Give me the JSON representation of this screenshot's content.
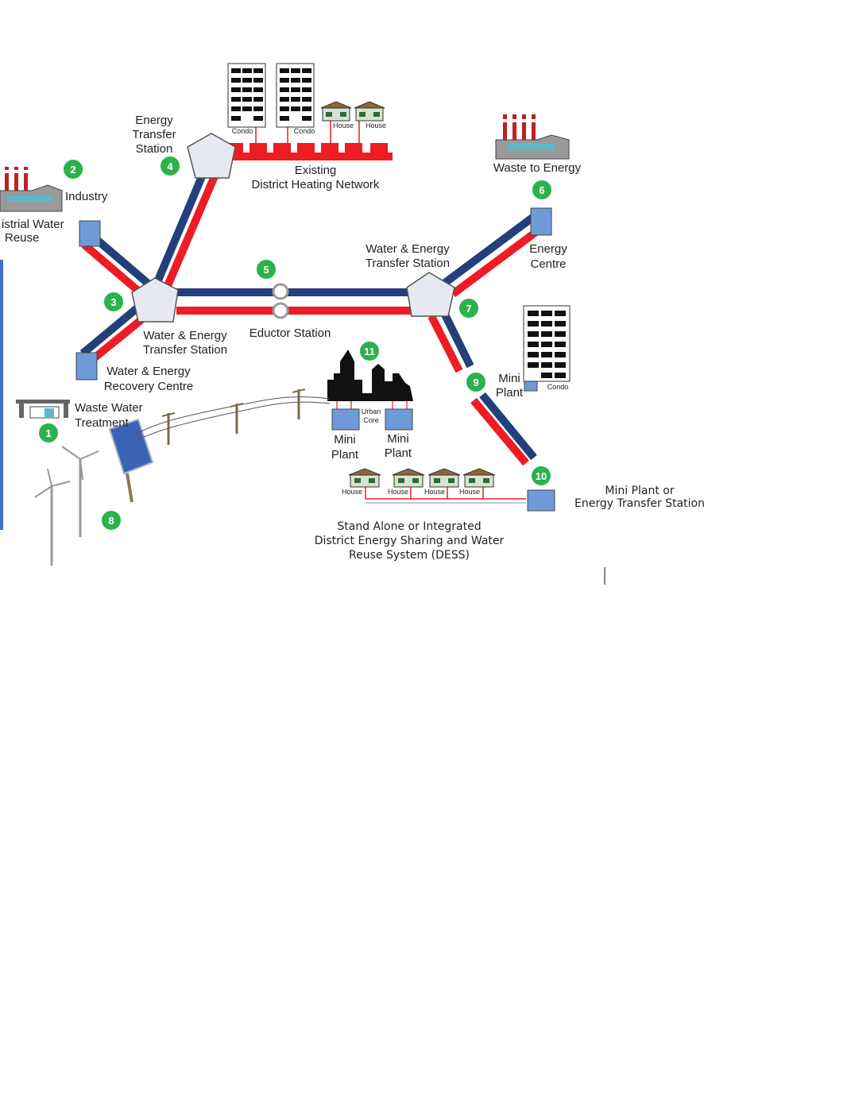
{
  "labels": {
    "energy_transfer_station_top": [
      "Energy",
      "Transfer",
      "Station"
    ],
    "existing_network": [
      "Existing",
      "District Heating Network"
    ],
    "industry": "Industry",
    "industrial_water_reuse": [
      "istrial Water",
      "Reuse"
    ],
    "waste_to_energy": "Waste to Energy",
    "energy_centre": [
      "Energy",
      "Centre"
    ],
    "water_energy_transfer_right": [
      "Water & Energy",
      "Transfer Station"
    ],
    "water_energy_transfer_left": [
      "Water & Energy",
      "Transfer Station"
    ],
    "eductor_station": "Eductor Station",
    "water_energy_recovery": [
      "Water & Energy",
      "Recovery Centre"
    ],
    "waste_water_treatment": [
      "Waste Water",
      "Treatment"
    ],
    "mini_plant_right": [
      "Mini",
      "Plant"
    ],
    "mini_plant_a": [
      "Mini",
      "Plant"
    ],
    "mini_plant_b": [
      "Mini",
      "Plant"
    ],
    "urban_core": [
      "Urban",
      "Core"
    ],
    "mini_plant_or_ets": [
      "Mini Plant or",
      "Energy Transfer Station"
    ],
    "dess": [
      "Stand Alone or Integrated",
      "District Energy Sharing and Water",
      "Reuse System (DESS)"
    ],
    "condo": "Condo",
    "house": "House"
  },
  "badges": [
    "1",
    "2",
    "3",
    "4",
    "5",
    "6",
    "7",
    "8",
    "9",
    "10",
    "11"
  ],
  "colors": {
    "hot_pipe": "#ee1c24",
    "cold_pipe": "#22407a",
    "station_fill": "#e6eaf0",
    "plant_fill": "#6f9ad8",
    "badge_fill": "#2bb24c",
    "side_bar": "#4472c4"
  }
}
